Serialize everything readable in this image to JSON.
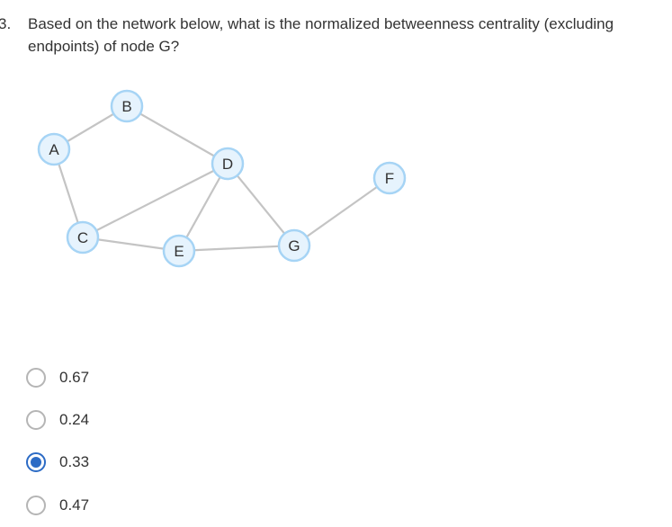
{
  "question": {
    "number": "3.",
    "text": "Based on the network below, what is the normalized betweenness centrality (excluding endpoints) of node G?"
  },
  "graph": {
    "nodes": [
      "A",
      "B",
      "C",
      "D",
      "E",
      "F",
      "G"
    ],
    "edges": [
      [
        "A",
        "B"
      ],
      [
        "A",
        "C"
      ],
      [
        "B",
        "D"
      ],
      [
        "C",
        "D"
      ],
      [
        "C",
        "E"
      ],
      [
        "D",
        "E"
      ],
      [
        "D",
        "G"
      ],
      [
        "E",
        "G"
      ],
      [
        "G",
        "F"
      ]
    ],
    "colors": {
      "node_fill": "#e6f3fd",
      "node_border": "#a6d4f5",
      "edge": "#c4c4c4",
      "label": "#333333"
    }
  },
  "options": [
    {
      "label": "0.67",
      "selected": false
    },
    {
      "label": "0.24",
      "selected": false
    },
    {
      "label": "0.33",
      "selected": true
    },
    {
      "label": "0.47",
      "selected": false
    }
  ],
  "colors": {
    "accent": "#2c6bc5",
    "radio_border": "#b5b5b5",
    "text": "#333333"
  }
}
